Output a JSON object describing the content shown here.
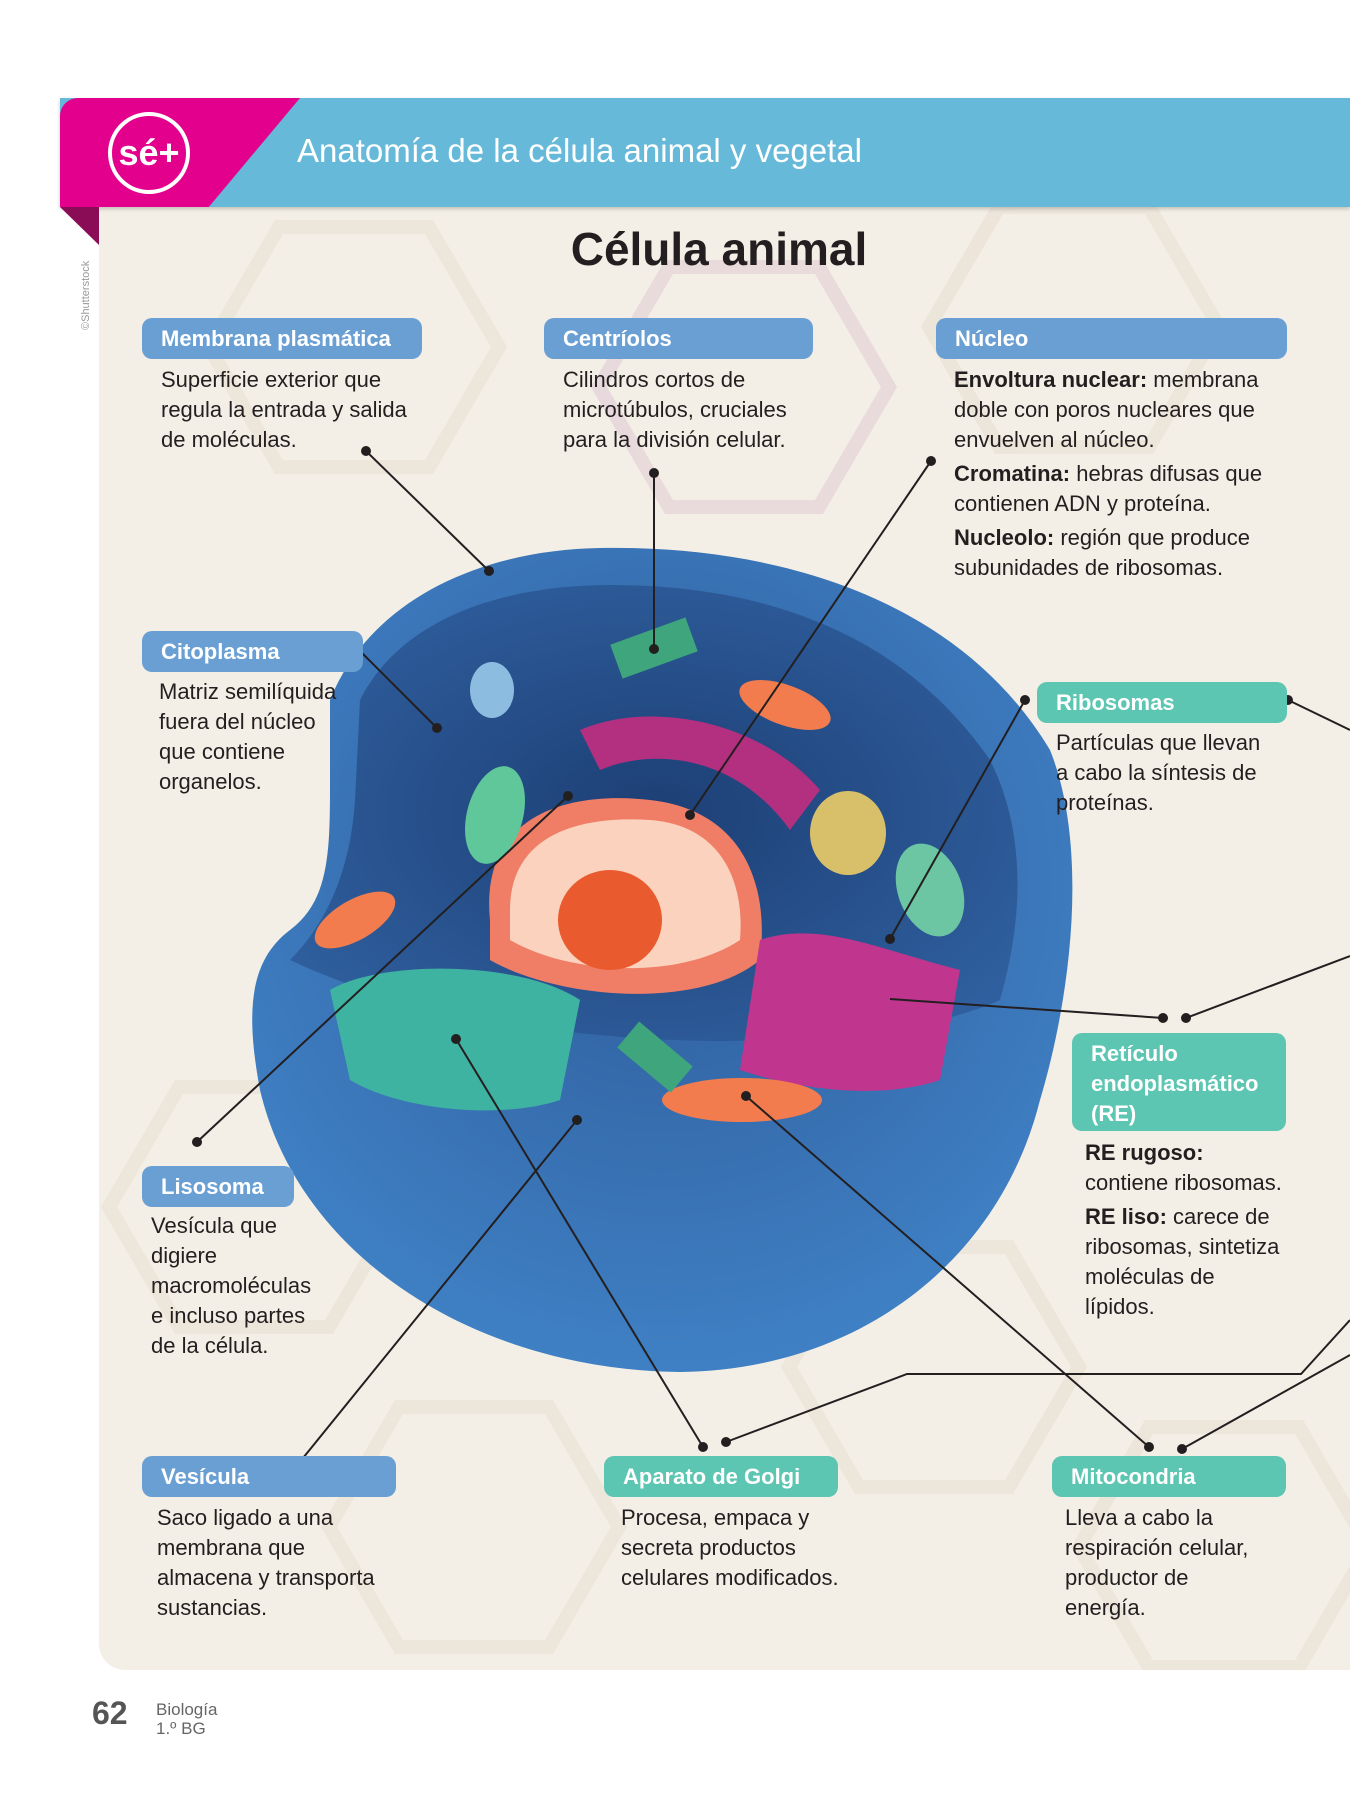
{
  "header": {
    "logo": "sé+",
    "title": "Anatomía de la célula animal  y vegetal",
    "credit": "©Shutterstock"
  },
  "page_title": "Célula animal",
  "labels": {
    "membrana": {
      "title": "Membrana plasmática",
      "text": [
        "Superficie exterior que",
        "regula la entrada y salida",
        "de moléculas."
      ]
    },
    "centriolos": {
      "title": "Centríolos",
      "text": [
        "Cilindros  cortos de",
        "microtúbulos, cruciales",
        "para la división celular."
      ]
    },
    "nucleo": {
      "title": "Núcleo",
      "items": [
        {
          "term": "Envoltura nuclear:",
          "text": " membrana doble con poros nucleares que envuelven al núcleo."
        },
        {
          "term": "Cromatina:",
          "text": " hebras difusas que contienen ADN y proteína."
        },
        {
          "term": "Nucleolo:",
          "text": " región que produce subunidades de ribosomas."
        }
      ]
    },
    "citoplasma": {
      "title": "Citoplasma",
      "text": [
        "Matriz semilíquida",
        "fuera del núcleo",
        "que contiene",
        "organelos."
      ]
    },
    "ribosomas": {
      "title": "Ribosomas",
      "text": [
        "Partículas que llevan",
        "a cabo la síntesis de",
        "proteínas."
      ]
    },
    "reticulo": {
      "title": "Retículo endoplasmático (RE)",
      "items": [
        {
          "term": "RE rugoso:",
          "text": " contiene ribosomas."
        },
        {
          "term": "RE liso:",
          "text": " carece de ribosomas, sintetiza moléculas de lípidos."
        }
      ]
    },
    "lisosoma": {
      "title": "Lisosoma",
      "text": [
        "Vesícula que",
        "digiere",
        "macromoléculas",
        "e incluso partes",
        "de la célula."
      ]
    },
    "vesicula": {
      "title": "Vesícula",
      "text": [
        "Saco ligado a una",
        "membrana que",
        "almacena y transporta",
        "sustancias."
      ]
    },
    "golgi": {
      "title": "Aparato de Golgi",
      "text": [
        "Procesa, empaca y",
        "secreta productos",
        "celulares modificados."
      ]
    },
    "mitocondria": {
      "title": "Mitocondria",
      "text": [
        "Lleva a cabo la",
        "respiración celular,",
        "productor de",
        "energía."
      ]
    }
  },
  "footer": {
    "page": "62",
    "subject": "Biología",
    "grade": "1.º BG"
  },
  "colors": {
    "pink": "#e3008c",
    "header_blue": "#67b9d9",
    "label_blue": "#6a9fd4",
    "label_teal": "#5cc6b2"
  }
}
